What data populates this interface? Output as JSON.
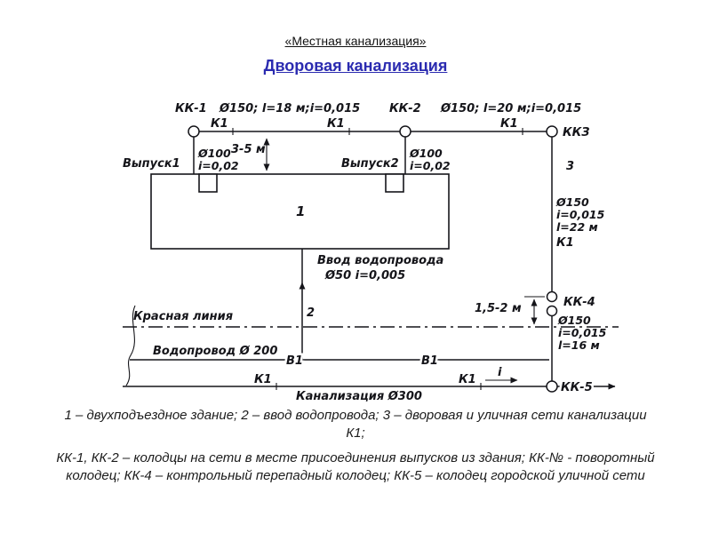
{
  "header": {
    "title": "«Местная канализация»",
    "subtitle": "Дворовая канализация"
  },
  "diagram": {
    "labels": {
      "kk1": "КК-1",
      "kk1_spec": "Ø150;  l=18 м;i=0,015",
      "kk2": "КК-2",
      "kk2_spec": "Ø150;  l=20 м;i=0,015",
      "kk3": "ККЗ",
      "k1": "К1",
      "v1": "В1",
      "vypusk1": "Выпуск1",
      "vypusk2": "Выпуск2",
      "d100": "Ø100",
      "i002": "i=0,02",
      "dim_3_5": "3-5 м",
      "building_no": "1",
      "callout_2": "2",
      "callout_3": "3",
      "d150": "Ø150",
      "i0015": "i=0,015",
      "l22": "l=22 м",
      "l16": "l=16 м",
      "kk4": "КК-4",
      "dim_1_5_2": "1,5-2 м",
      "vvod_line1": "Ввод водопровода",
      "vvod_line2": "Ø50    i=0,005",
      "red_line": "Красная линия",
      "vodoprovod": "Водопровод  Ø 200",
      "kanalizaciya": "Канализация   Ø300",
      "kk5": "КК-5",
      "slope_i": "i"
    }
  },
  "caption": {
    "line1": "1 – двухподъездное здание; 2 – ввод водопровода; 3 – дворовая и уличная сети канализации К1;",
    "line2": "КК-1, КК-2 – колодцы на сети в месте присоединения выпусков из здания; КК-№ - поворотный колодец; КК-4 – контрольный перепадный колодец; КК-5 – колодец городской уличной сети"
  },
  "colors": {
    "subtitle_blue": "#2b2bb0",
    "ink": "#15151a"
  }
}
